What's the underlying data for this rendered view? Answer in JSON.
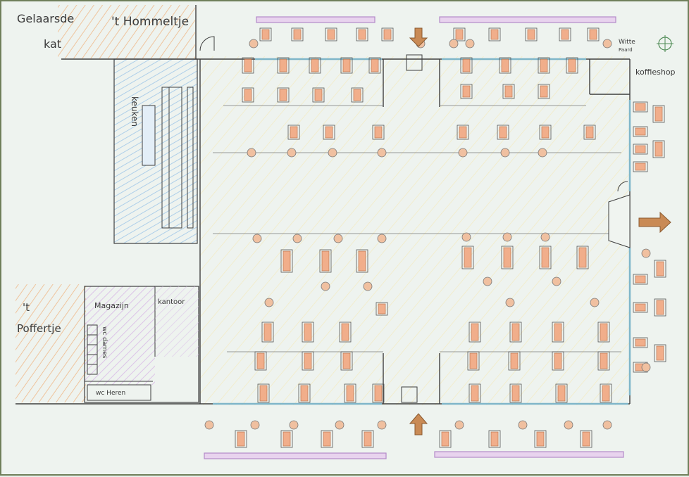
{
  "map": {
    "labels": {
      "gelaarsde_kat_line1": "Gelaarsde",
      "gelaarsde_kat_line2": "kat",
      "hommeltje": "'t Hommeltje",
      "keuken": "keuken",
      "magazijn": "Magazijn",
      "kantoor": "kantoor",
      "poffertje_line1": "'t",
      "poffertje_line2": "Poffertje",
      "wc_dames": "wc dames",
      "wc_heren": "wc Heren",
      "witte_paard_line1": "Witte",
      "witte_paard_line2": "Paard",
      "koffieshop": "koffieshop"
    },
    "arrows": [
      "entrance-top",
      "entrance-bottom",
      "entrance-right"
    ],
    "colors": {
      "pencil": "#3f3f3f",
      "table_fill": "#f2a37a",
      "chair_stroke": "#555555",
      "stall_purple": "#b48ac8",
      "wall_blue": "#7fb6c9",
      "arrow_fill": "#c98a55",
      "kitchen_blue": "#cfe2f3",
      "hatch_orange": "#f3c49a"
    }
  }
}
